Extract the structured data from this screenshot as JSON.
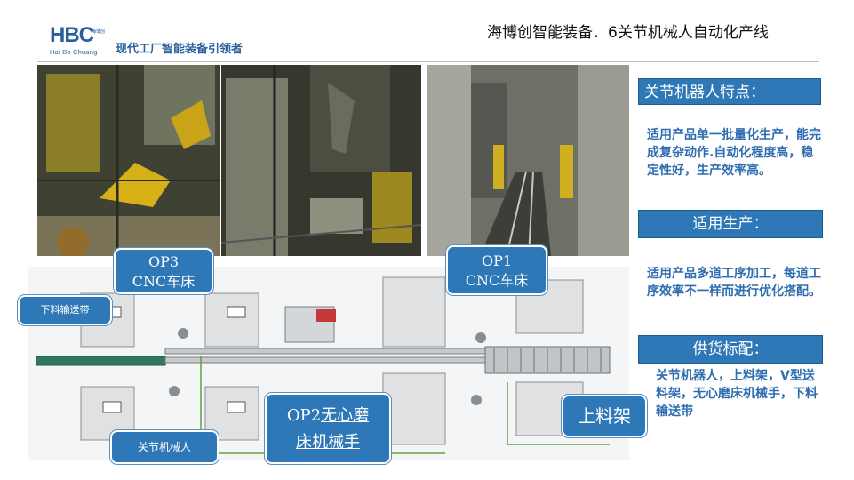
{
  "header": {
    "logo_mark": "HBC",
    "logo_sub": "Hai Bo Chuang",
    "logo_tiny": "海博创",
    "slogan": "现代工厂智能装备引领者",
    "title": "海博创智能装备．6关节机械人自动化产线"
  },
  "panel": {
    "features_heading": "关节机器人特点：",
    "features_text": "适用产品单一批量化生产，能完成复杂动作.自动化程度高，稳定性好，生产效率高。",
    "usage_heading": "适用生产：",
    "usage_text": "适用产品多道工序加工，每道工序效率不一样而进行优化搭配。",
    "supply_heading": "供货标配：",
    "supply_text": "关节机器人，上料架，V型送料架，无心磨床机械手，下料输送带"
  },
  "callouts": {
    "op3_line1": "OP3",
    "op3_line2": "CNC车床",
    "op1_line1": "OP1",
    "op1_line2": "CNC车床",
    "op2_line1_a": "OP2",
    "op2_line1_b": "无心磨",
    "op2_line2": "床机械手",
    "loading_rack": "上料架",
    "unloading_belt": "下料输送带",
    "joint_robot": "关节机械人"
  },
  "colors": {
    "accent": "#2e78b7",
    "text_blue": "#2e6db0"
  }
}
